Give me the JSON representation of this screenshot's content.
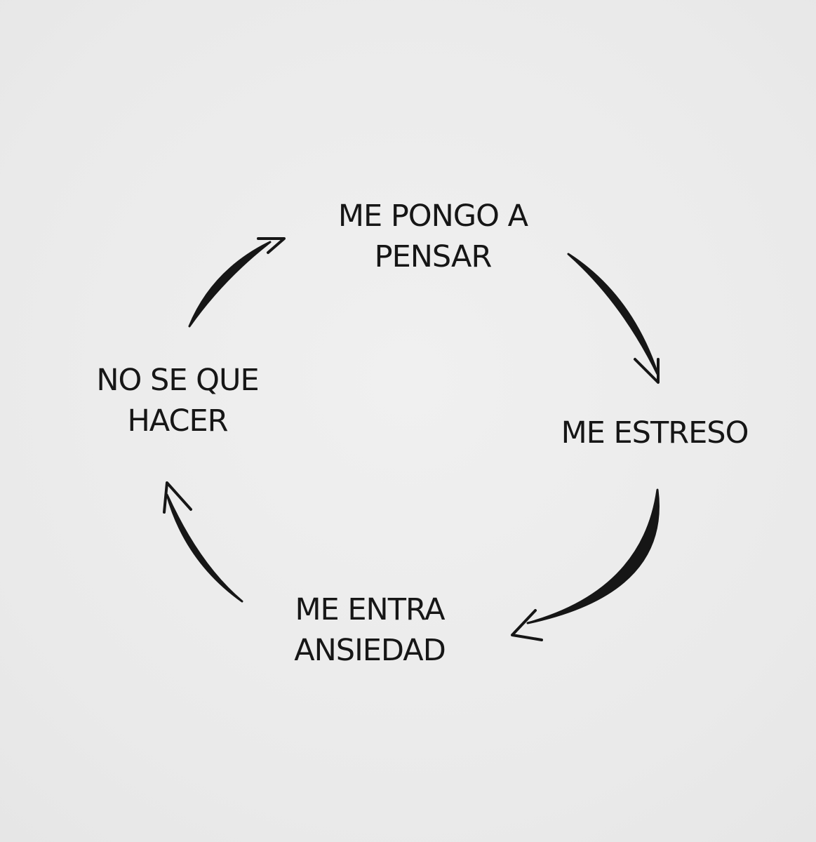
{
  "diagram": {
    "nodes": [
      {
        "id": "think",
        "lines": [
          "ME PONGO A",
          "PENSAR"
        ]
      },
      {
        "id": "stress",
        "lines": [
          "ME ESTRESO"
        ]
      },
      {
        "id": "anxiety",
        "lines": [
          "ME ENTRA",
          "ANSIEDAD"
        ]
      },
      {
        "id": "dont-know",
        "lines": [
          "NO SE QUE",
          "HACER"
        ]
      }
    ],
    "edges": [
      {
        "from": "think",
        "to": "stress"
      },
      {
        "from": "stress",
        "to": "anxiety"
      },
      {
        "from": "anxiety",
        "to": "dont-know"
      },
      {
        "from": "dont-know",
        "to": "think"
      }
    ]
  }
}
